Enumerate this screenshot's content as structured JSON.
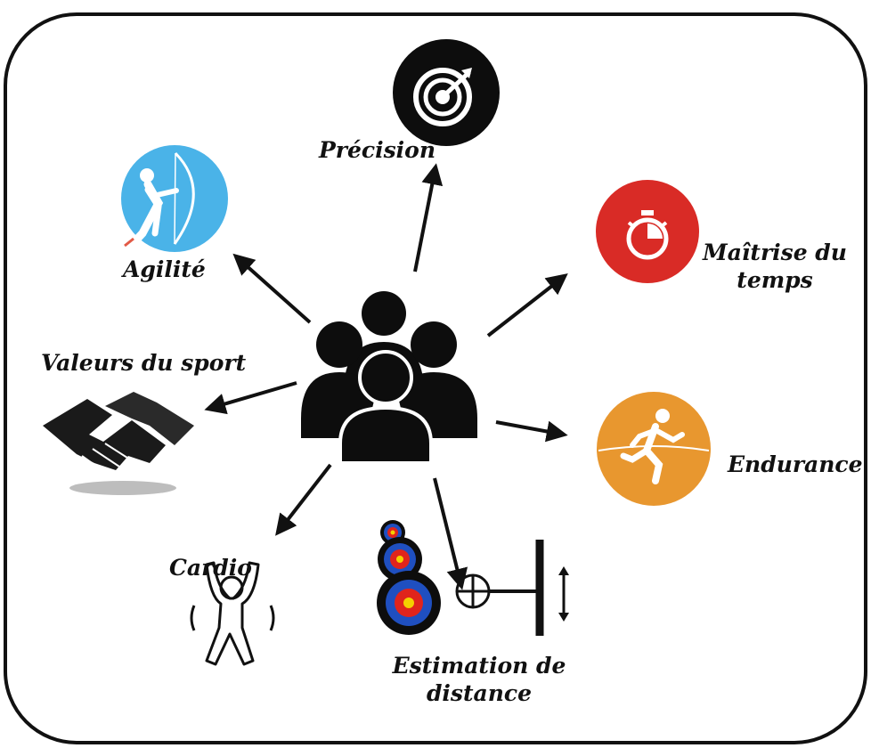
{
  "labels": {
    "precision": "Précision",
    "agility": "Agilité",
    "time_line1": "Maîtrise du",
    "time_line2": "temps",
    "values": "Valeurs du sport",
    "endurance": "Endurance",
    "cardio": "Cardio",
    "distance_line1": "Estimation de",
    "distance_line2": "distance"
  },
  "colors": {
    "frame": "#111111",
    "precision_circle": "#0d0d0d",
    "agility_circle": "#4ab3e8",
    "time_circle": "#d92b26",
    "endurance_circle": "#e8972f",
    "people": "#0d0d0d",
    "target_blue": "#1f4fc0",
    "target_red": "#e0241c",
    "target_yellow": "#f4d000"
  },
  "icons": [
    "target-icon",
    "archer-icon",
    "stopwatch-icon",
    "handshake-icon",
    "group-icon",
    "runner-icon",
    "jumping-person-icon",
    "archery-targets-icon",
    "sight-icon"
  ]
}
